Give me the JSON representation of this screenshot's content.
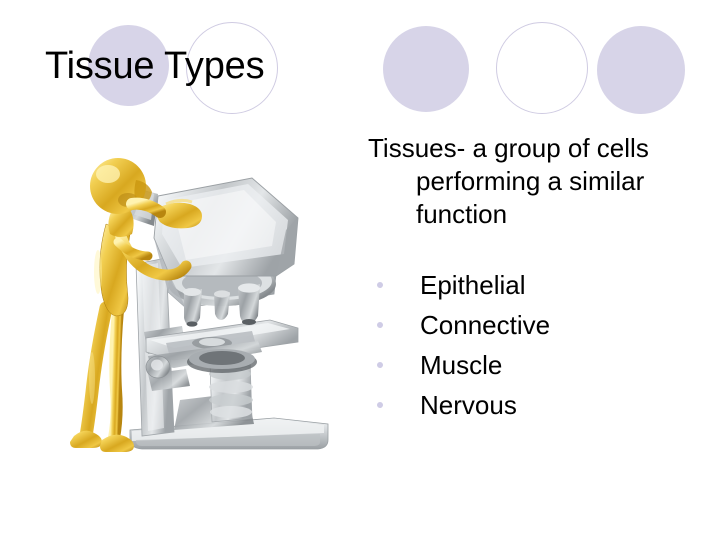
{
  "slide": {
    "title": "Tissue Types",
    "background_color": "#ffffff",
    "accent_color": "#d7d4e8",
    "text_color": "#000000"
  },
  "decor": {
    "circles": [
      {
        "name": "circle-1",
        "style": "filled",
        "color": "#d7d4e8"
      },
      {
        "name": "circle-2",
        "style": "outline",
        "color": "#cfcbe2"
      },
      {
        "name": "circle-3",
        "style": "filled",
        "color": "#d7d4e8"
      },
      {
        "name": "circle-4",
        "style": "outline",
        "color": "#cfcbe2"
      },
      {
        "name": "circle-5",
        "style": "filled",
        "color": "#d7d4e8"
      }
    ]
  },
  "body": {
    "intro": "Tissues- a group of cells performing a similar function",
    "bullets": [
      {
        "label": "Epithelial"
      },
      {
        "label": "Connective"
      },
      {
        "label": "Muscle"
      },
      {
        "label": "Nervous"
      }
    ],
    "bullet_color": "#cfcce6"
  },
  "illustration": {
    "name": "gold-figure-using-microscope",
    "description": "3D gold mannequin looking into a silver microscope",
    "figure_color": "#e8b82a",
    "microscope_color": "#c9ccce"
  }
}
